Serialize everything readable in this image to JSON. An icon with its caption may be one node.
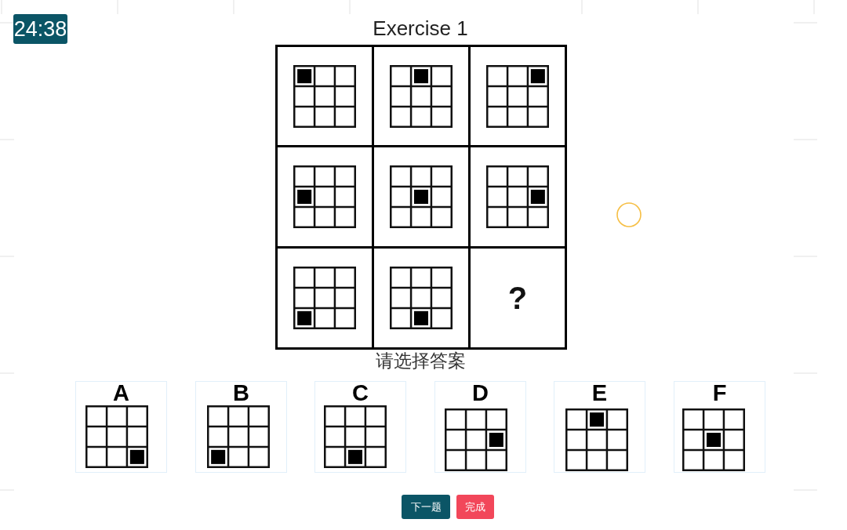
{
  "diagram": {
    "title": "Exercise 1",
    "nodes": [
      {
        "text": [],
        "shape": "picture"
      },
      {
        "text": [],
        "shape": "picture"
      },
      {
        "text": [],
        "shape": "picture"
      },
      {
        "text": [],
        "shape": "picture"
      },
      {
        "text": [],
        "shape": "picture"
      },
      {
        "text": [],
        "shape": "picture"
      },
      {
        "text": [],
        "shape": "picture"
      },
      {
        "text": [],
        "shape": "picture"
      },
      {
        "text": [
          "?"
        ]
      },
      {
        "text": [
          "A"
        ]
      },
      {
        "text": [
          "B"
        ]
      },
      {
        "text": [
          "C"
        ]
      },
      {
        "text": [
          "D"
        ]
      },
      {
        "text": [
          "E"
        ]
      },
      {
        "text": [
          "F"
        ]
      }
    ],
    "labels": [
      "24:38",
      "请选择答案",
      "下一题",
      "完成"
    ]
  }
}
